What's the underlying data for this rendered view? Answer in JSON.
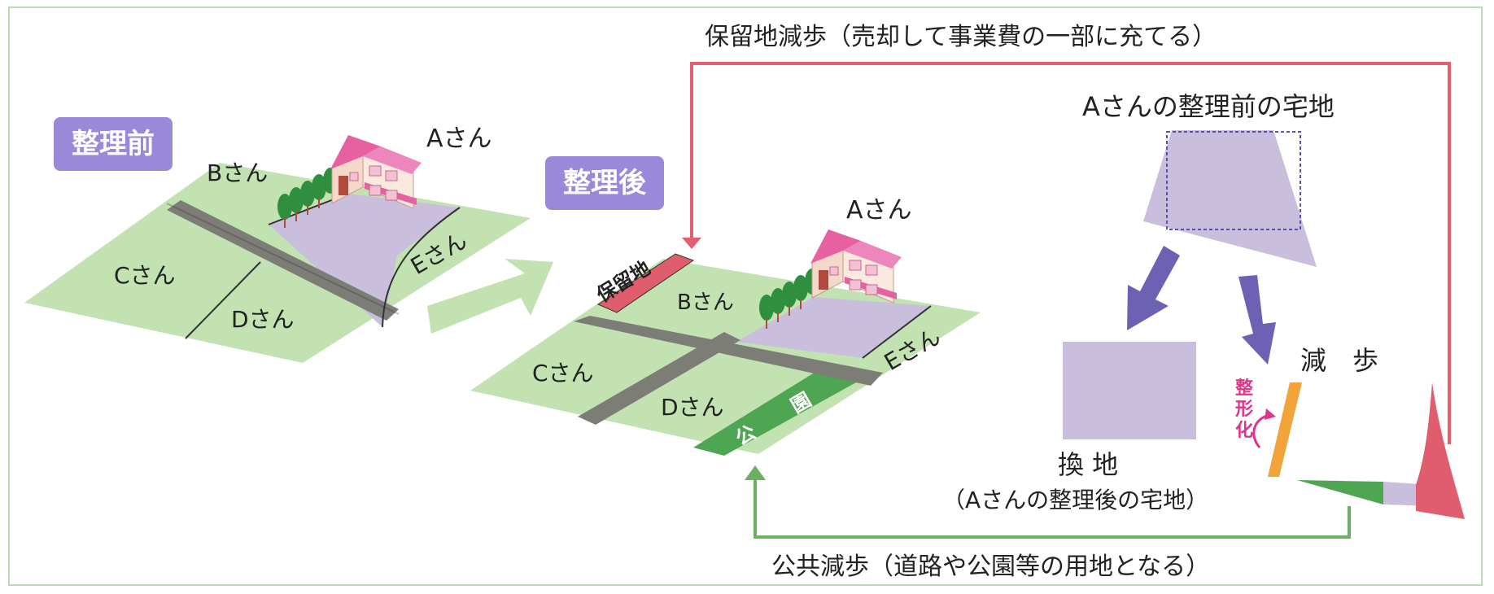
{
  "labels": {
    "before": "整理前",
    "after": "整理後",
    "owner_a": "Aさん",
    "owner_b": "Bさん",
    "owner_c": "Cさん",
    "owner_d": "Dさん",
    "owner_e": "Eさん",
    "reserved_land": "保留地",
    "park_1": "公",
    "park_2": "園",
    "reserve_reduction": "保留地減歩（売却して事業費の一部に充てる）",
    "a_before_land": "Aさんの整理前の宅地",
    "replot": "換 地",
    "replot_note": "（Aさんの整理後の宅地）",
    "reduction": "減　歩",
    "reshape_1": "整",
    "reshape_2": "形",
    "reshape_3": "化",
    "public_reduction": "公共減歩（道路や公園等の用地となる）"
  },
  "colors": {
    "land": "#c2e2b2",
    "road": "#7d7d78",
    "plot_a": "#c9bfdc",
    "badge": "#9a88d8",
    "reserve": "#e05d6e",
    "reserve_line": "#e45e72",
    "park": "#4ea552",
    "public_line": "#6cb064",
    "arrow_blue": "#6d61b4",
    "orange": "#f2a33a",
    "magenta": "#e0338c",
    "house_roof": "#e56fb0",
    "house_wall": "#f7e3d7",
    "tree": "#2f8f3e"
  }
}
